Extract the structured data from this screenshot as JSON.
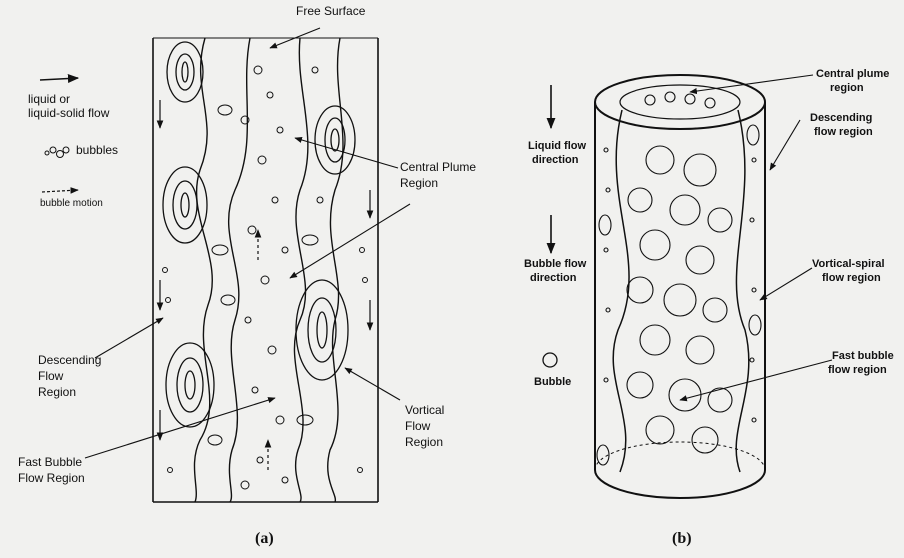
{
  "panel_a": {
    "legend": {
      "flow_line1": "liquid or",
      "flow_line2": "liquid-solid flow",
      "bubbles": "bubbles",
      "bubble_motion": "bubble motion"
    },
    "labels": {
      "free_surface": "Free Surface",
      "central_plume_1": "Central Plume",
      "central_plume_2": "Region",
      "descending_1": "Descending",
      "descending_2": "Flow",
      "descending_3": "Region",
      "vortical_1": "Vortical",
      "vortical_2": "Flow",
      "vortical_3": "Region",
      "fast_bubble_1": "Fast Bubble",
      "fast_bubble_2": "Flow Region"
    },
    "caption": "(a)"
  },
  "panel_b": {
    "labels": {
      "liquid_dir_1": "Liquid flow",
      "liquid_dir_2": "direction",
      "bubble_dir_1": "Bubble flow",
      "bubble_dir_2": "direction",
      "bubble": "Bubble",
      "central_plume_1": "Central plume",
      "central_plume_2": "region",
      "descending_1": "Descending",
      "descending_2": "flow region",
      "vortical_1": "Vortical-spiral",
      "vortical_2": "flow region",
      "fast_bubble_1": "Fast bubble",
      "fast_bubble_2": "flow region"
    },
    "caption": "(b)"
  },
  "colors": {
    "background": "#f1f1ef",
    "ink": "#111111"
  }
}
